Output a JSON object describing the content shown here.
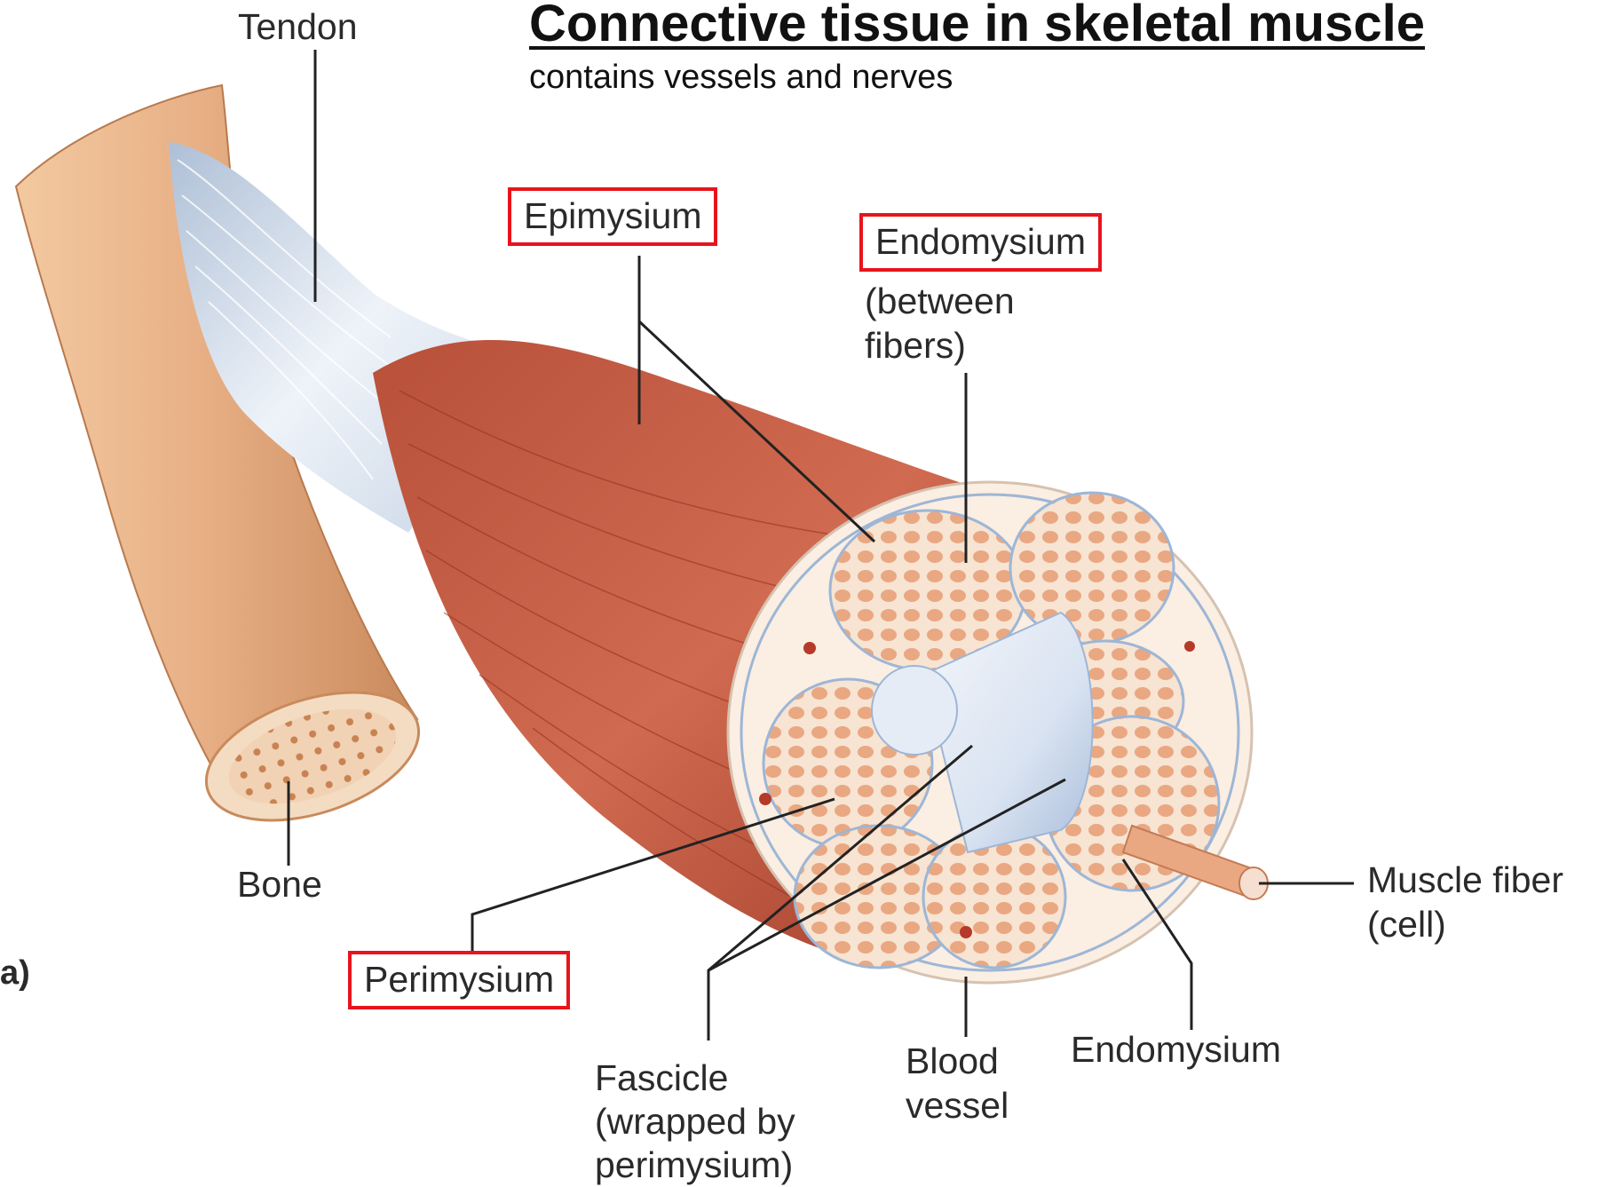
{
  "header": {
    "title": "Connective tissue in skeletal muscle",
    "subtitle": "contains vessels and nerves"
  },
  "labels": {
    "tendon": "Tendon",
    "epimysium": "Epimysium",
    "endomysium_top": "Endomysium",
    "endomysium_top_note": "(between\nfibers)",
    "bone": "Bone",
    "panel_letter": "a)",
    "perimysium": "Perimysium",
    "fascicle": "Fascicle\n(wrapped by\nperimysium)",
    "blood_vessel": "Blood\nvessel",
    "endomysium_bottom": "Endomysium",
    "muscle_fiber": "Muscle fiber\n(cell)"
  },
  "colors": {
    "highlight_box": "#e8141c",
    "muscle": "#c2553e",
    "bone": "#e9b48a",
    "tendon": "#dfe8f2",
    "connective_tissue": "#f8e8d8"
  }
}
